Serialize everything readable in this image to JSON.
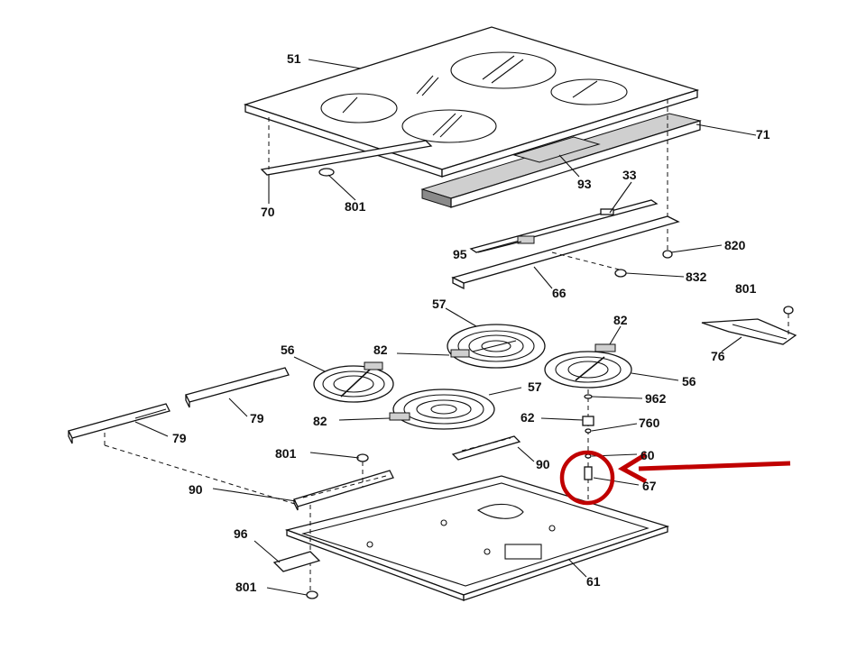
{
  "labels": {
    "l51": "51",
    "l71": "71",
    "l70": "70",
    "l801a": "801",
    "l93": "93",
    "l33": "33",
    "l95": "95",
    "l820": "820",
    "l832": "832",
    "l66": "66",
    "l801b": "801",
    "l57a": "57",
    "l82a": "82",
    "l82b": "82",
    "l56a": "56",
    "l56b": "56",
    "l76": "76",
    "l57b": "57",
    "l82c": "82",
    "l79a": "79",
    "l79b": "79",
    "l962": "962",
    "l62": "62",
    "l760": "760",
    "l801c": "801",
    "l60": "60",
    "l90a": "90",
    "l90b": "90",
    "l67": "67",
    "l96": "96",
    "l801d": "801",
    "l61": "61"
  },
  "colors": {
    "highlight": "#c00000",
    "ink": "#111111"
  }
}
